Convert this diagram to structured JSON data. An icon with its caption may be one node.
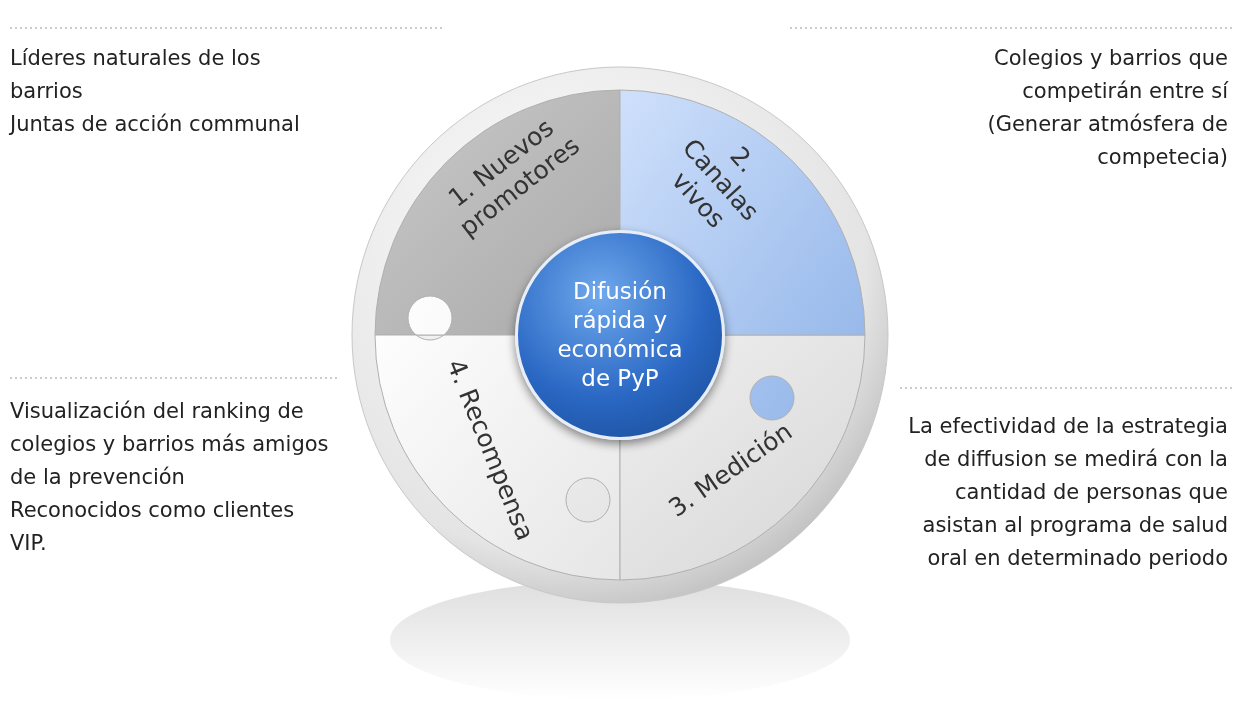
{
  "diagram": {
    "nodes": [
      {
        "text": [
          "Difusión rápida y económica de PyP"
        ]
      },
      {
        "text": [
          "1. Nuevos promotores"
        ]
      },
      {
        "text": [
          "2. Canalas vivos"
        ]
      },
      {
        "text": [
          "3. Medición"
        ]
      },
      {
        "text": [
          "4. Recompensa"
        ]
      }
    ],
    "labels": [
      "Líderes naturales de los barrios",
      "Juntas de acción communal",
      "Colegios y barrios que competirán entre sí",
      "(Generar atmósfera de competecia)",
      "Visualización del ranking de colegios y barrios más amigos de la prevención",
      "Reconocidos como clientes VIP.",
      "La efectividad de la estrategia de diffusion se medirá con la cantidad de personas que asistan al programa de salud oral en determinado periodo"
    ]
  }
}
